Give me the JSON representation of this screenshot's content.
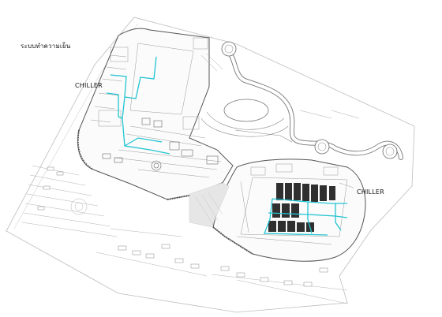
{
  "diagram": {
    "title": "ระบบทำความเย็น",
    "chiller_label_left": "CHILLER",
    "chiller_label_right": "CHILLER",
    "colors": {
      "outline": "#6f6f6f",
      "detail": "#a8a8a8",
      "pipe": "#22c4d2",
      "seat_block": "#2f2f2f",
      "background": "#ffffff"
    }
  }
}
